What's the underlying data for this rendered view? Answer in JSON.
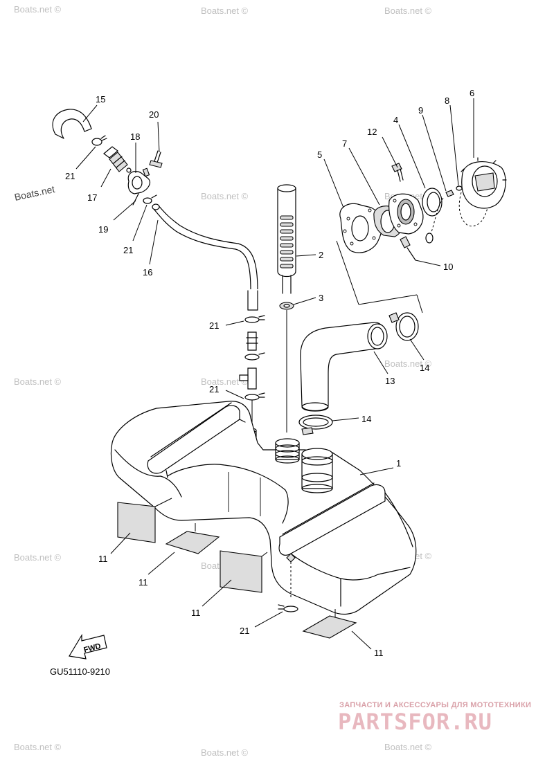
{
  "watermark": "Boats.net ©",
  "watermark_alt": "Boats.net",
  "drawing_code": "GU51110-9210",
  "fwd_label": "FWD",
  "brand": {
    "tagline": "ЗАПЧАСТИ И АКСЕССУАРЫ ДЛЯ МОТОТЕХНИКИ",
    "name": "PARTSFOR.RU"
  },
  "callouts": {
    "c1": "1",
    "c2": "2",
    "c3": "3",
    "c4": "4",
    "c5": "5",
    "c6": "6",
    "c7": "7",
    "c8": "8",
    "c9": "9",
    "c10": "10",
    "c12": "12",
    "c13": "13",
    "c14a": "14",
    "c14b": "14",
    "c15": "15",
    "c16": "16",
    "c17": "17",
    "c18": "18",
    "c19": "19",
    "c20": "20",
    "c21a": "21",
    "c21b": "21",
    "c21c": "21",
    "c21d": "21",
    "c21e": "21",
    "c11a": "11",
    "c11b": "11",
    "c11c": "11",
    "c11d": "11"
  }
}
